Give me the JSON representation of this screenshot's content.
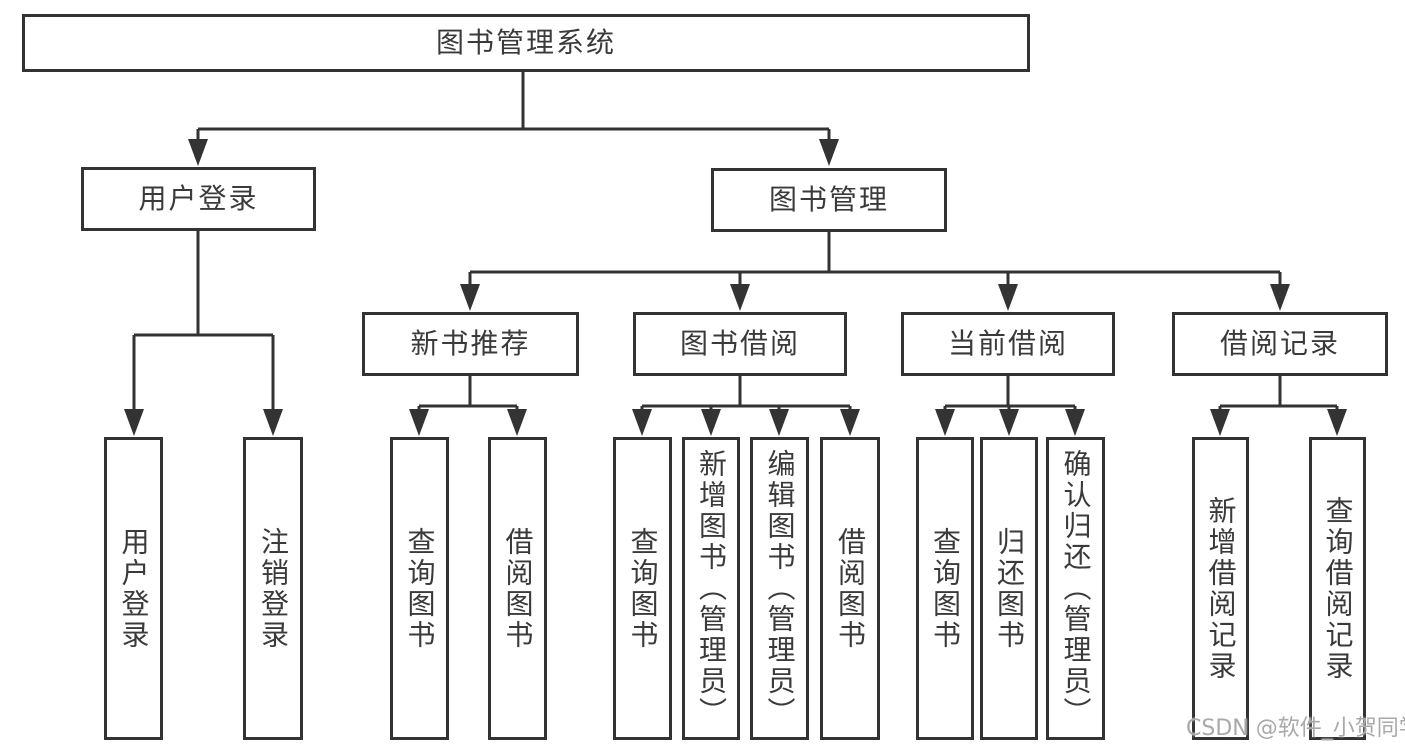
{
  "diagram": {
    "root": {
      "label": "图书管理系统"
    },
    "branches": [
      {
        "label": "用户登录",
        "leaves": [
          {
            "label": "用户登录"
          },
          {
            "label": "注销登录"
          }
        ]
      },
      {
        "label": "图书管理",
        "groups": [
          {
            "label": "新书推荐",
            "leaves": [
              {
                "label": "查询图书"
              },
              {
                "label": "借阅图书"
              }
            ]
          },
          {
            "label": "图书借阅",
            "leaves": [
              {
                "label": "查询图书"
              },
              {
                "label": "新增图书（管理员）"
              },
              {
                "label": "编辑图书（管理员）"
              },
              {
                "label": "借阅图书"
              }
            ]
          },
          {
            "label": "当前借阅",
            "leaves": [
              {
                "label": "查询图书"
              },
              {
                "label": "归还图书"
              },
              {
                "label": "确认归还（管理员）"
              }
            ]
          },
          {
            "label": "借阅记录",
            "leaves": [
              {
                "label": "新增借阅记录"
              },
              {
                "label": "查询借阅记录"
              }
            ]
          }
        ]
      }
    ]
  },
  "watermark": {
    "text": "CSDN @软件_小贺同学"
  },
  "colors": {
    "line": "#333333",
    "text": "#3a3a3a",
    "background": "#ffffff",
    "watermark": "#a9a9a9"
  }
}
